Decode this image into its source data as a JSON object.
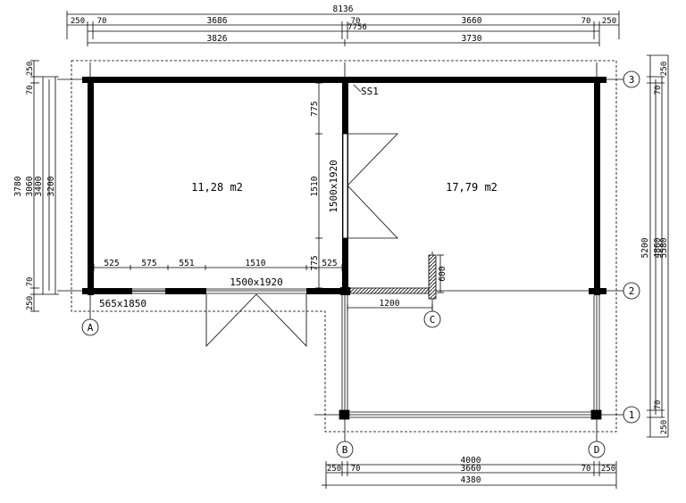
{
  "areas": {
    "left_room": "11,28 m2",
    "right_room": "17,79 m2"
  },
  "labels": {
    "ss1": "SS1",
    "window_bottom": "565x1850",
    "door_front": "1500x1920",
    "door_interior": "1500x1920"
  },
  "grid_axes": {
    "a": "A",
    "b": "B",
    "c": "C",
    "d": "D",
    "r1": "1",
    "r2": "2",
    "r3": "3"
  },
  "dims": {
    "top_total": "8136",
    "top_250a": "250",
    "top_70a": "70",
    "top_3686": "3686",
    "top_70b": "70",
    "top_3660": "3660",
    "top_70c": "70",
    "top_250b": "250",
    "top_3826": "3826",
    "top_7756": "7756",
    "top_3730": "3730",
    "left_250a": "250",
    "left_70a": "70",
    "left_3780": "3780",
    "left_3060": "3060",
    "left_3400": "3400",
    "left_3200": "3200",
    "left_70b": "70",
    "left_250b": "250",
    "right_250a": "250",
    "right_70a": "70",
    "right_5200": "5200",
    "right_4860": "4860",
    "right_5580": "5580",
    "right_70b": "70",
    "right_250b": "250",
    "in_775a": "775",
    "in_1510": "1510",
    "in_775b": "775",
    "row_525a": "525",
    "row_575": "575",
    "row_551": "551",
    "row_1510": "1510",
    "row_525b": "525",
    "c_600": "600",
    "c_1200": "1200",
    "bot_4000": "4000",
    "bot_250a": "250",
    "bot_70a": "70",
    "bot_3660": "3660",
    "bot_70b": "70",
    "bot_250b": "250",
    "bot_4380": "4380"
  }
}
